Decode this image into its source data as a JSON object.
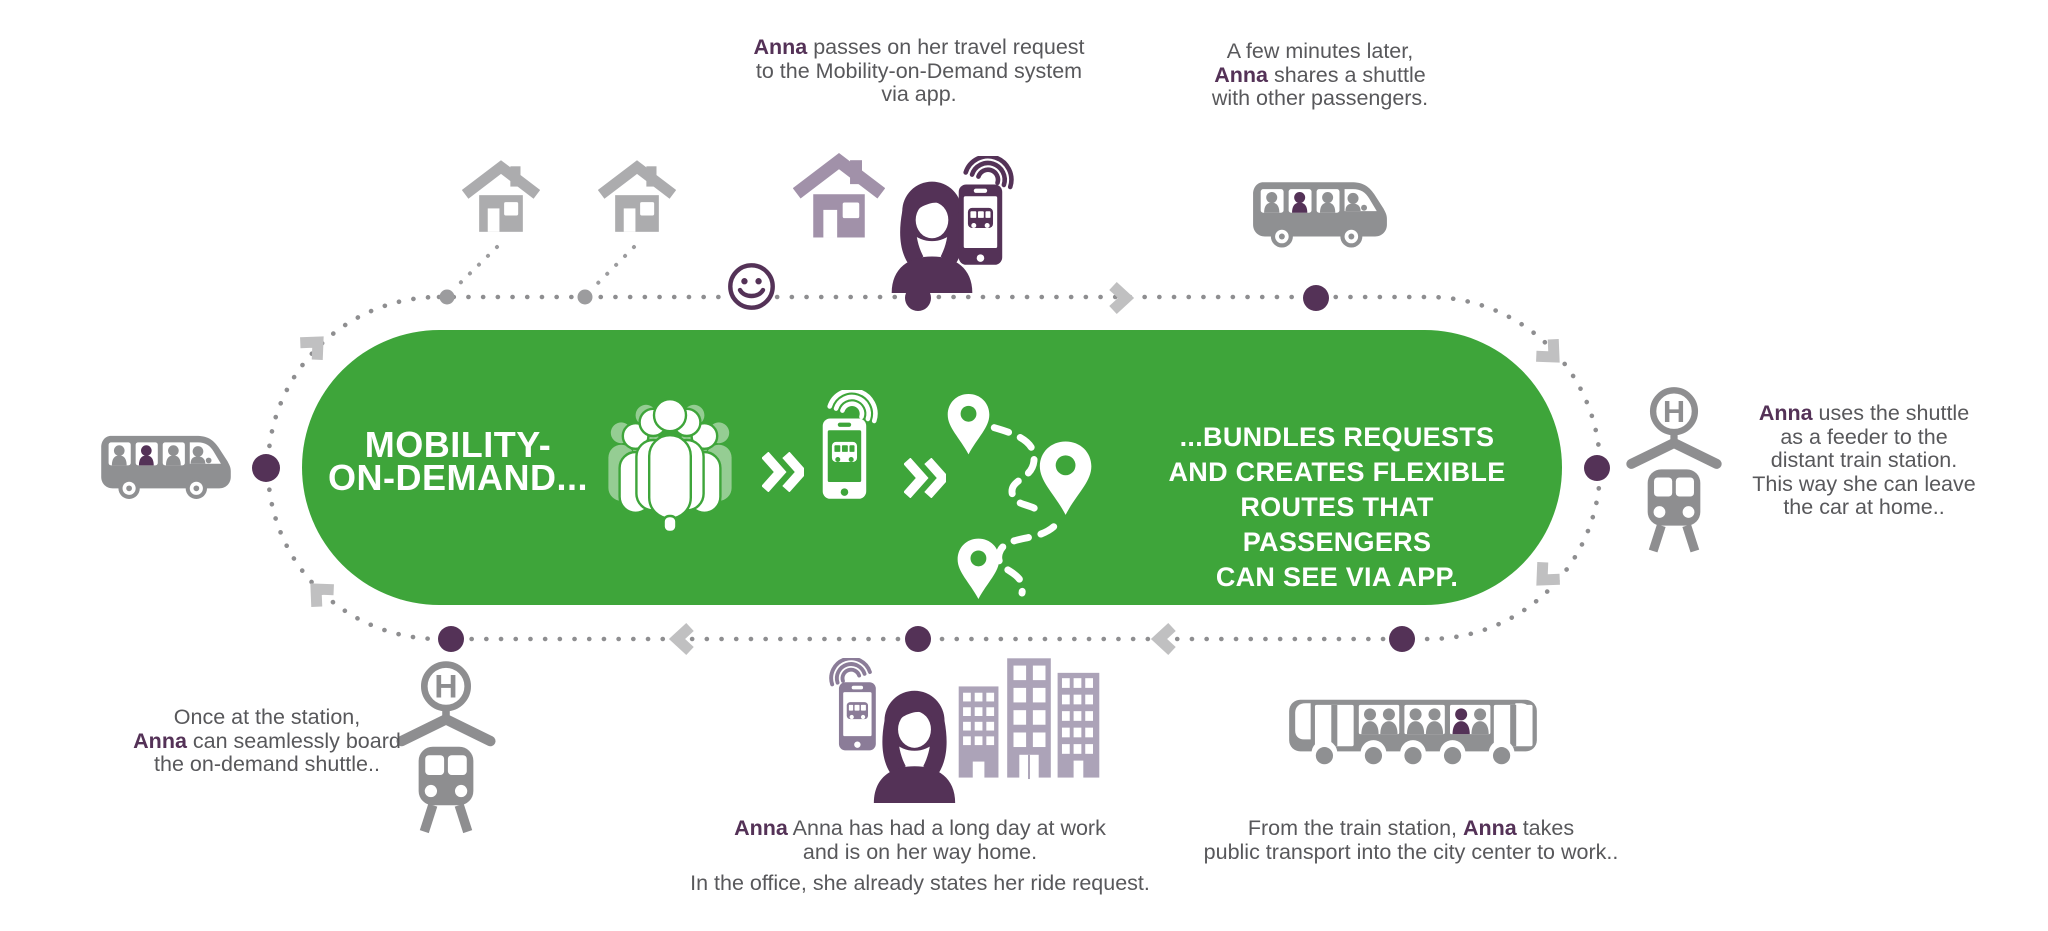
{
  "colors": {
    "green": "#3EA53A",
    "purple": "#543257",
    "purpleLight": "#A191A9",
    "purpleSoft": "#ACA3B8",
    "purplePhone": "#8B7C98",
    "grayIcon": "#8F9092",
    "grayHouse": "#ACACAE",
    "textGray": "#58585B",
    "dotGray": "#8E8E90",
    "chevronGray": "#C0C0C1"
  },
  "pill": {
    "title_lines": [
      [
        {
          "t": "MOBILITY-"
        }
      ],
      [
        {
          "t": "ON-DEMAND..."
        }
      ]
    ],
    "bundle_lines": [
      [
        {
          "t": "...BUNDLES REQUESTS"
        }
      ],
      [
        {
          "t": "AND CREATES FLEXIBLE"
        }
      ],
      [
        {
          "t": "ROUTES THAT PASSENGERS"
        }
      ],
      [
        {
          "t": "CAN SEE VIA APP."
        }
      ]
    ]
  },
  "station_sign": "H",
  "captions": {
    "top_left": [
      [
        {
          "t": "Anna",
          "b": true
        },
        {
          "t": " passes on her travel request"
        }
      ],
      [
        {
          "t": "to the Mobility-on-Demand system"
        }
      ],
      [
        {
          "t": "via app."
        }
      ]
    ],
    "top_right": [
      [
        {
          "t": "A few minutes later,"
        }
      ],
      [
        {
          "t": "Anna",
          "b": true
        },
        {
          "t": " shares a shuttle"
        }
      ],
      [
        {
          "t": "with other passengers."
        }
      ]
    ],
    "right": [
      [
        {
          "t": "Anna",
          "b": true
        },
        {
          "t": " uses the shuttle"
        }
      ],
      [
        {
          "t": "as a feeder to the"
        }
      ],
      [
        {
          "t": "distant train station."
        }
      ],
      [
        {
          "t": "This way she can leave"
        }
      ],
      [
        {
          "t": "the car at home.."
        }
      ]
    ],
    "bottom_left": [
      [
        {
          "t": "Once at the station,"
        }
      ],
      [
        {
          "t": "Anna",
          "b": true
        },
        {
          "t": " can seamlessly board"
        }
      ],
      [
        {
          "t": "the on-demand shuttle.."
        }
      ]
    ],
    "bottom_center_a": [
      [
        {
          "t": "Anna",
          "b": true
        },
        {
          "t": " Anna has had a long day at work"
        }
      ],
      [
        {
          "t": "and is on her way home."
        }
      ]
    ],
    "bottom_center_b": [
      [
        {
          "t": "In the office, she already states her ride request."
        }
      ]
    ],
    "bottom_right": [
      [
        {
          "t": "From the train station, "
        },
        {
          "t": "Anna",
          "b": true
        },
        {
          "t": " takes"
        }
      ],
      [
        {
          "t": "public transport into the city center to work.."
        }
      ]
    ]
  }
}
